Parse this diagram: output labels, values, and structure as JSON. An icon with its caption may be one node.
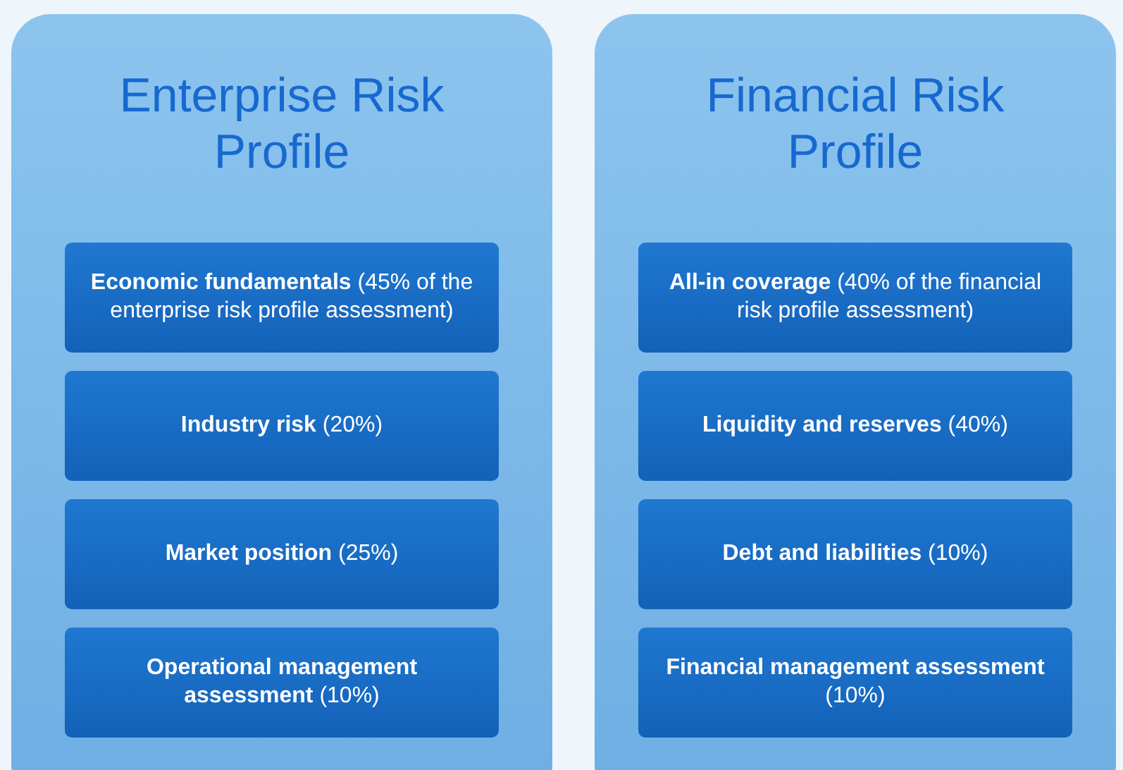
{
  "diagram": {
    "nodes": [
      {
        "text": [
          "Enterprise Risk Profile"
        ]
      },
      {
        "text": [
          "**Economic fundamentals** (45% of the enterprise risk profile assessment)"
        ],
        "in": 0
      },
      {
        "text": [
          "**Industry risk** (20%)"
        ],
        "in": 0
      },
      {
        "text": [
          "**Market position** (25%)"
        ],
        "in": 0
      },
      {
        "text": [
          "**Operational management assessment** (10%)"
        ],
        "in": 0
      },
      {
        "text": [
          "Financial Risk Profile"
        ]
      },
      {
        "text": [
          "**All-in coverage** (40% of the financial risk profile assessment)"
        ],
        "in": 5
      },
      {
        "text": [
          "**Liquidity and reserves** (40%)"
        ],
        "in": 5
      },
      {
        "text": [
          "**Debt and liabilities** (10%)"
        ],
        "in": 5
      },
      {
        "text": [
          "**Financial management assessment** (10%)"
        ],
        "in": 5
      }
    ]
  }
}
